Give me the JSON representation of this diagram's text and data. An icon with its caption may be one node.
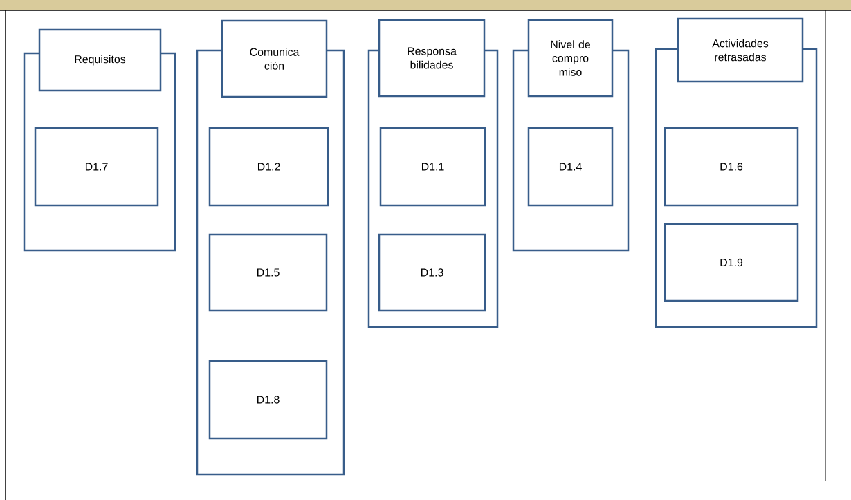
{
  "diagram": {
    "nodes": [
      {
        "text": [
          "Requisitos"
        ]
      },
      {
        "text": [],
        "shape": "box"
      },
      {
        "text": [
          "D1.7"
        ],
        "in": 1
      },
      {
        "text": [
          "Comunica ción"
        ]
      },
      {
        "text": [],
        "shape": "box"
      },
      {
        "text": [
          "D1.2"
        ],
        "in": 4
      },
      {
        "text": [
          "D1.5"
        ],
        "in": 4
      },
      {
        "text": [
          "D1.8"
        ],
        "in": 4
      },
      {
        "text": [
          "Responsa bilidades"
        ]
      },
      {
        "text": [],
        "shape": "box"
      },
      {
        "text": [
          "D1.1"
        ],
        "in": 9
      },
      {
        "text": [
          "D1.3"
        ],
        "in": 9
      },
      {
        "text": [
          "Nivel de compro miso"
        ]
      },
      {
        "text": [],
        "shape": "box"
      },
      {
        "text": [
          "D1.4"
        ],
        "in": 13
      },
      {
        "text": [
          "Actividades retrasadas"
        ]
      },
      {
        "text": [],
        "shape": "box"
      },
      {
        "text": [
          "D1.6"
        ],
        "in": 16
      },
      {
        "text": [
          "D1.9"
        ],
        "in": 16
      }
    ]
  }
}
